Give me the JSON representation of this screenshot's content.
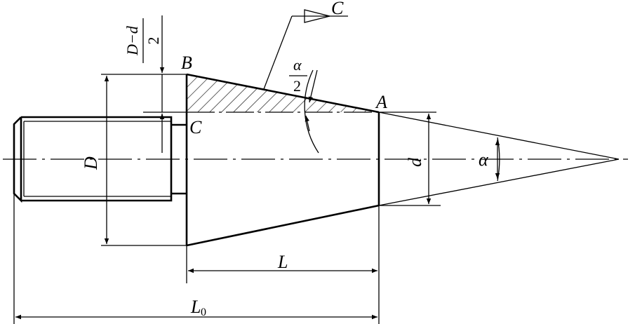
{
  "labels": {
    "B": "B",
    "C_point": "C",
    "A": "A",
    "C_datum": "C",
    "D": "D",
    "d": "d",
    "alpha": "α",
    "half_angle_num": "α",
    "half_angle_den": "2",
    "L": "L",
    "L0_main": "L",
    "L0_sub": "0",
    "taper_num": "D−d",
    "taper_den": "2"
  }
}
